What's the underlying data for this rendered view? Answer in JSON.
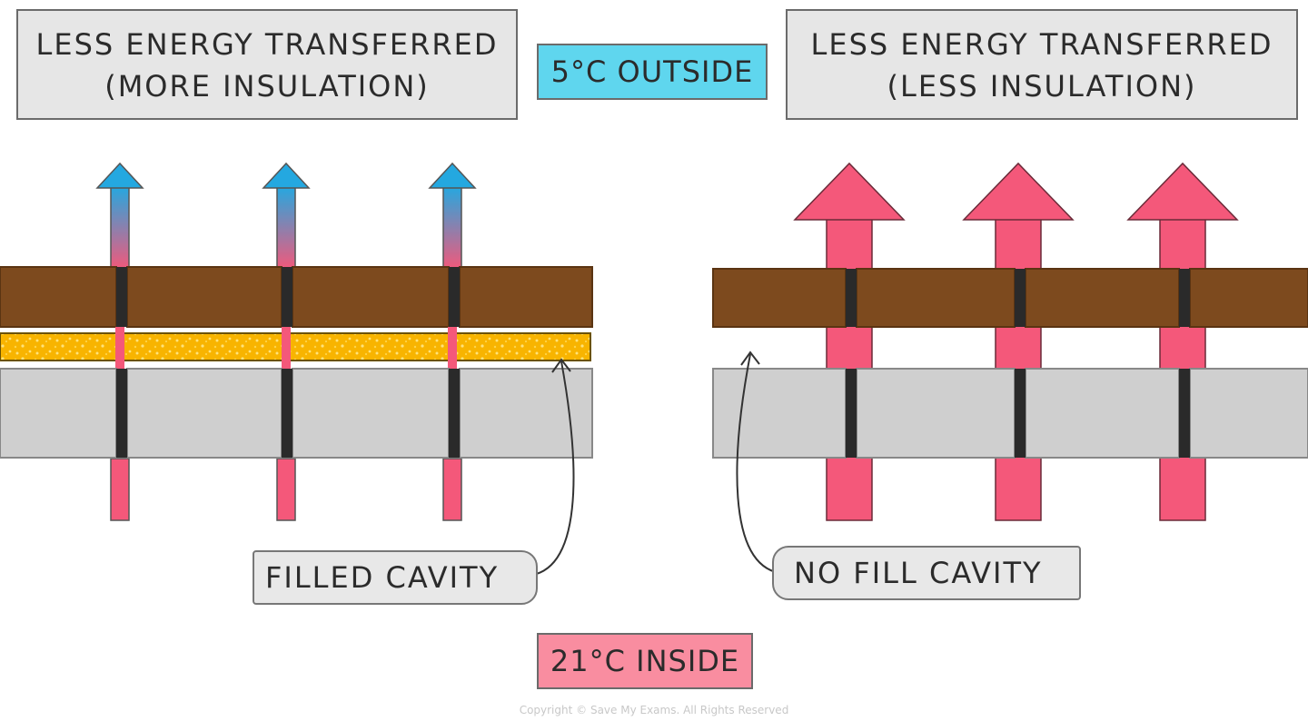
{
  "left_panel": {
    "title_line1": "LESS ENERGY TRANSFERRED",
    "title_line2": "(MORE INSULATION)",
    "cavity_label": "FILLED CAVITY"
  },
  "right_panel": {
    "title_line1": "LESS ENERGY TRANSFERRED",
    "title_line2": "(LESS INSULATION)",
    "cavity_label": "NO FILL CAVITY"
  },
  "outside_label": "5°C OUTSIDE",
  "inside_label": "21°C INSIDE",
  "copyright": "Copyright © Save My Exams. All Rights Reserved",
  "colors": {
    "outside_blue": "#5fd6ee",
    "inside_pink": "#f98da0",
    "heat_arrow": "#f4587a",
    "cool_arrow": "#24a8e0",
    "brick_brown": "#7d4a1e",
    "block_grey": "#cfcfcf",
    "insulation_yellow": "#f8b400"
  },
  "icons": {
    "heat_arrow": "arrow-up-icon",
    "pointer": "curved-pointer-icon"
  }
}
